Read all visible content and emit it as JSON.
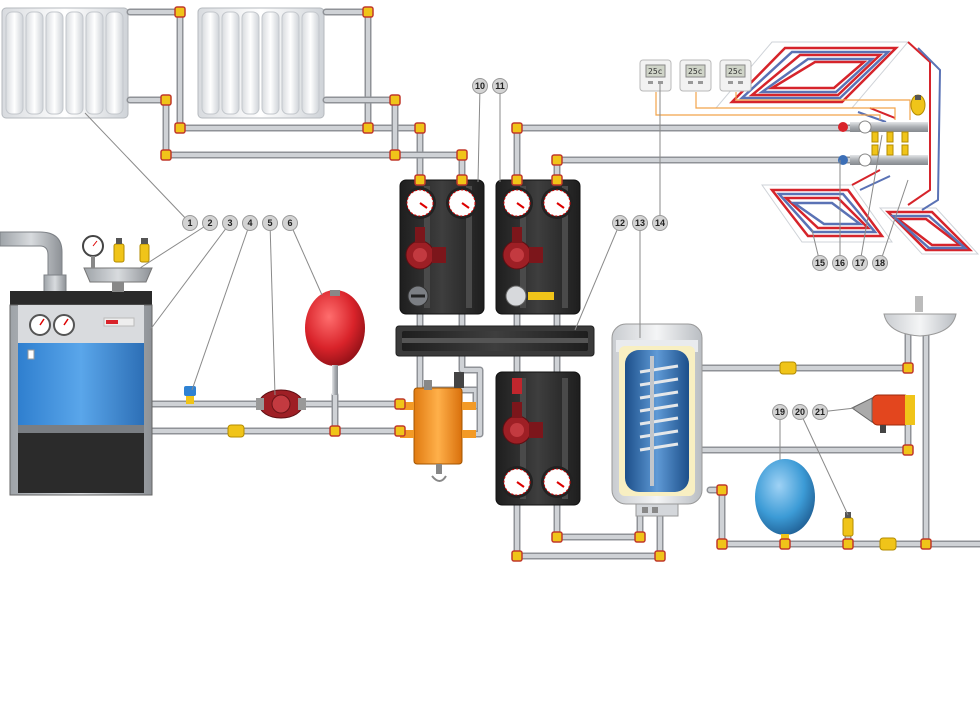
{
  "callouts": [
    {
      "id": "c1",
      "label": "1"
    },
    {
      "id": "c2",
      "label": "2"
    },
    {
      "id": "c3",
      "label": "3"
    },
    {
      "id": "c4",
      "label": "4"
    },
    {
      "id": "c5",
      "label": "5"
    },
    {
      "id": "c6",
      "label": "6"
    },
    {
      "id": "c10",
      "label": "10"
    },
    {
      "id": "c11",
      "label": "11"
    },
    {
      "id": "c12",
      "label": "12"
    },
    {
      "id": "c13",
      "label": "13"
    },
    {
      "id": "c14",
      "label": "14"
    },
    {
      "id": "c15",
      "label": "15"
    },
    {
      "id": "c16",
      "label": "16"
    },
    {
      "id": "c17",
      "label": "17"
    },
    {
      "id": "c18",
      "label": "18"
    },
    {
      "id": "c19",
      "label": "19"
    },
    {
      "id": "c20",
      "label": "20"
    },
    {
      "id": "c21",
      "label": "21"
    }
  ],
  "thermostats": [
    {
      "display": "25c"
    },
    {
      "display": "25c"
    },
    {
      "display": "25c"
    }
  ],
  "colors": {
    "pipe": "#b9bcc0",
    "pipe_dark": "#8f9297",
    "fitting": "#f0c419",
    "fitting_red": "#e53a2f",
    "boiler_blue": "#3f8fd6",
    "boiler_dark": "#2b2b2b",
    "expansion_red": "#d9232a",
    "expansion_blue": "#3c9bd6",
    "separator_orange": "#f39a26",
    "pump_red": "#9e1f25",
    "module_black": "#2c2c2c",
    "floor_red": "#d6242b",
    "floor_blue": "#5a72b5",
    "control_wire": "#f2a34a"
  }
}
